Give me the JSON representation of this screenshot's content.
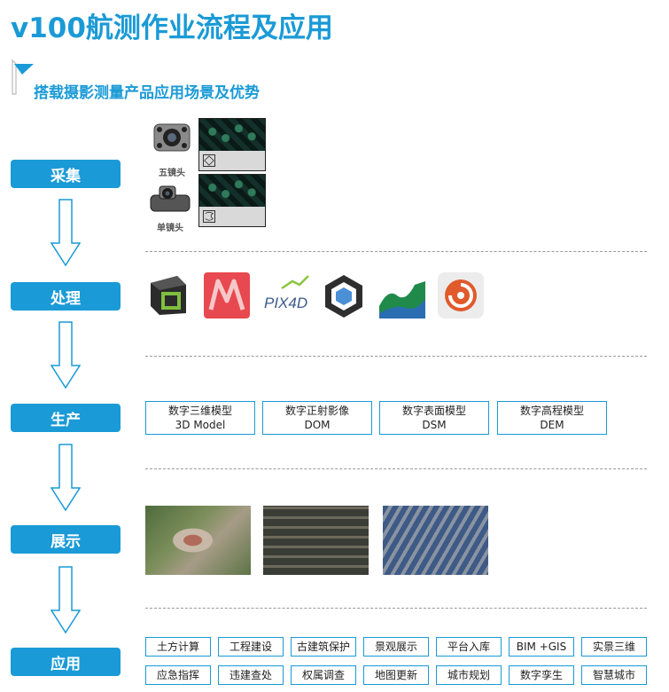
{
  "title": "v100航测作业流程及应用",
  "subtitle": "搭载摄影测量产品应用场景及优势",
  "stages": [
    "采集",
    "处理",
    "生产",
    "展示",
    "应用"
  ],
  "capture": {
    "camera_labels": [
      "五镜头",
      "单镜头"
    ]
  },
  "software_logos": [
    "context-capture-logo",
    "metashape-logo",
    "pix4d-logo",
    "photomesh-logo",
    "landscape-logo",
    "dji-terra-logo"
  ],
  "pix4d_text": "PIX4D",
  "products": [
    {
      "cn": "数字三维模型",
      "en": "3D Model"
    },
    {
      "cn": "数字正射影像",
      "en": "DOM"
    },
    {
      "cn": "数字表面模型",
      "en": "DSM"
    },
    {
      "cn": "数字高程模型",
      "en": "DEM"
    }
  ],
  "applications": {
    "row1": [
      "土方计算",
      "工程建设",
      "古建筑保护",
      "景观展示",
      "平台入库",
      "BIM +GIS",
      "实景三维"
    ],
    "row2": [
      "应急指挥",
      "违建查处",
      "权属调查",
      "地图更新",
      "城市规划",
      "数字孪生",
      "智慧城市"
    ]
  },
  "colors": {
    "accent": "#1a9ad6",
    "divider": "#999999"
  }
}
